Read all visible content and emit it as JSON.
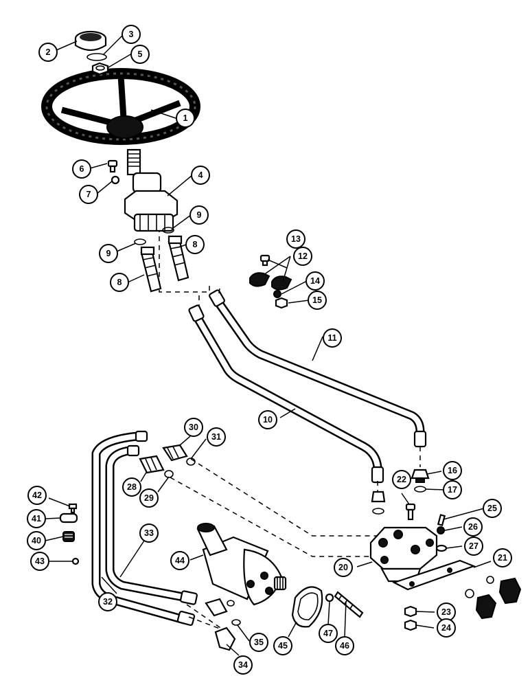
{
  "callouts": [
    {
      "label": "1"
    },
    {
      "label": "2"
    },
    {
      "label": "3"
    },
    {
      "label": "4"
    },
    {
      "label": "5"
    },
    {
      "label": "6"
    },
    {
      "label": "7"
    },
    {
      "label": "8"
    },
    {
      "label": "8"
    },
    {
      "label": "9"
    },
    {
      "label": "9"
    },
    {
      "label": "10"
    },
    {
      "label": "11"
    },
    {
      "label": "12"
    },
    {
      "label": "13"
    },
    {
      "label": "14"
    },
    {
      "label": "15"
    },
    {
      "label": "16"
    },
    {
      "label": "17"
    },
    {
      "label": "20"
    },
    {
      "label": "21"
    },
    {
      "label": "22"
    },
    {
      "label": "23"
    },
    {
      "label": "24"
    },
    {
      "label": "25"
    },
    {
      "label": "26"
    },
    {
      "label": "27"
    },
    {
      "label": "28"
    },
    {
      "label": "29"
    },
    {
      "label": "30"
    },
    {
      "label": "31"
    },
    {
      "label": "32"
    },
    {
      "label": "33"
    },
    {
      "label": "34"
    },
    {
      "label": "35"
    },
    {
      "label": "40"
    },
    {
      "label": "41"
    },
    {
      "label": "42"
    },
    {
      "label": "43"
    },
    {
      "label": "44"
    },
    {
      "label": "45"
    },
    {
      "label": "46"
    },
    {
      "label": "47"
    }
  ]
}
